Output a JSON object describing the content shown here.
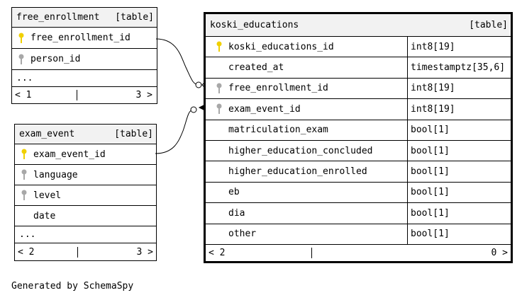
{
  "tables": {
    "free_enrollment": {
      "name": "free_enrollment",
      "kind": "[table]",
      "columns": [
        {
          "name": "free_enrollment_id",
          "key": "primary"
        },
        {
          "name": "person_id",
          "key": "foreign"
        }
      ],
      "more": "...",
      "footer": {
        "left": "< 1",
        "right": "3 >"
      }
    },
    "exam_event": {
      "name": "exam_event",
      "kind": "[table]",
      "columns": [
        {
          "name": "exam_event_id",
          "key": "primary"
        },
        {
          "name": "language",
          "key": "foreign"
        },
        {
          "name": "level",
          "key": "foreign"
        },
        {
          "name": "date",
          "key": "none"
        }
      ],
      "more": "...",
      "footer": {
        "left": "< 2",
        "right": "3 >"
      }
    },
    "koski_educations": {
      "name": "koski_educations",
      "kind": "[table]",
      "columns": [
        {
          "name": "koski_educations_id",
          "type": "int8[19]",
          "key": "primary"
        },
        {
          "name": "created_at",
          "type": "timestamptz[35,6]",
          "key": "none"
        },
        {
          "name": "free_enrollment_id",
          "type": "int8[19]",
          "key": "foreign"
        },
        {
          "name": "exam_event_id",
          "type": "int8[19]",
          "key": "foreign"
        },
        {
          "name": "matriculation_exam",
          "type": "bool[1]",
          "key": "none"
        },
        {
          "name": "higher_education_concluded",
          "type": "bool[1]",
          "key": "none"
        },
        {
          "name": "higher_education_enrolled",
          "type": "bool[1]",
          "key": "none"
        },
        {
          "name": "eb",
          "type": "bool[1]",
          "key": "none"
        },
        {
          "name": "dia",
          "type": "bool[1]",
          "key": "none"
        },
        {
          "name": "other",
          "type": "bool[1]",
          "key": "none"
        }
      ],
      "footer": {
        "left": "< 2",
        "right": "0 >"
      }
    }
  },
  "credit": "Generated by SchemaSpy",
  "colors": {
    "primary_key": "#f0d000",
    "foreign_key": "#a8a8a8",
    "header": "#f2f2f2",
    "line": "#000000"
  }
}
